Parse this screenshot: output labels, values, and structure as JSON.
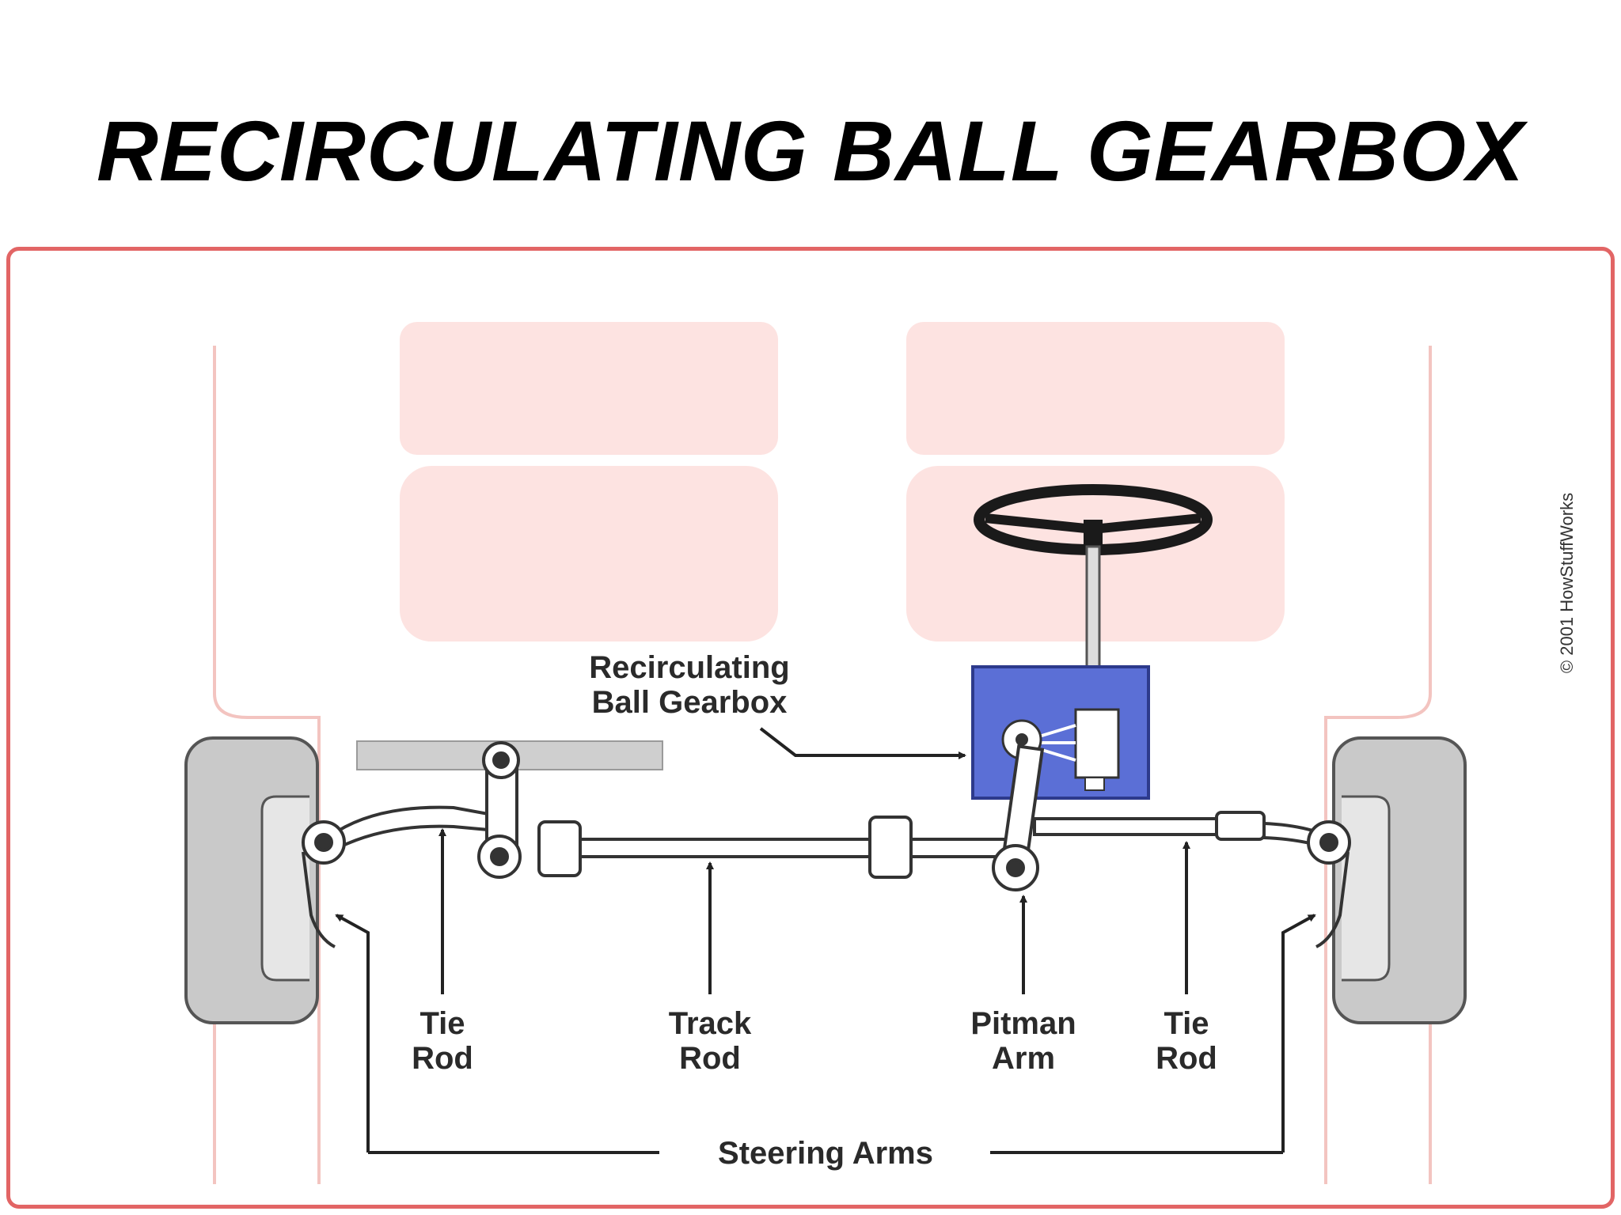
{
  "slide": {
    "title": "RECIRCULATING BALL GEARBOX"
  },
  "diagram": {
    "copyright": "© 2001 HowStuffWorks",
    "labels": {
      "gearbox_line1": "Recirculating",
      "gearbox_line2": "Ball Gearbox",
      "tie_rod_left_line1": "Tie",
      "tie_rod_left_line2": "Rod",
      "track_rod_line1": "Track",
      "track_rod_line2": "Rod",
      "pitman_arm_line1": "Pitman",
      "pitman_arm_line2": "Arm",
      "tie_rod_right_line1": "Tie",
      "tie_rod_right_line2": "Rod",
      "steering_arms": "Steering Arms"
    },
    "colors": {
      "frame_border": "#e26565",
      "seat_fill": "#fde3e1",
      "body_outline": "#f3c4c0",
      "tire_fill": "#c9c9c9",
      "gearbox_fill": "#5b6fd6",
      "linkage_stroke": "#333333"
    }
  }
}
